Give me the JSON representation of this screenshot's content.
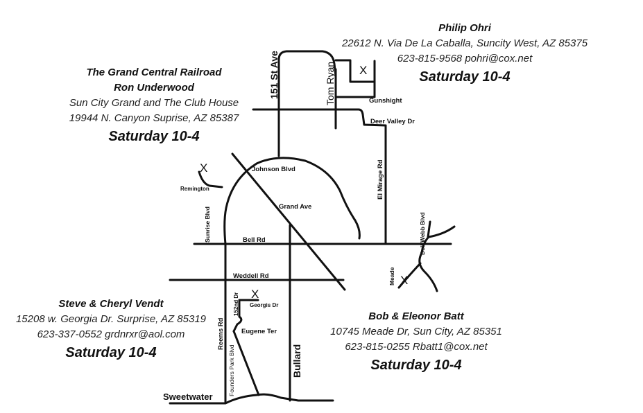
{
  "listings": [
    {
      "name": "Philip Ohri",
      "lines": [
        "22612 N. Via De La Caballa, Suncity West, AZ 85375",
        "623-815-9568 pohri@cox.net"
      ],
      "hours": "Saturday 10-4"
    },
    {
      "name": "The Grand Central Railroad",
      "name2": "Ron Underwood",
      "lines": [
        "Sun City Grand and The Club House",
        "19944 N. Canyon Suprise, AZ 85387"
      ],
      "hours": "Saturday 10-4"
    },
    {
      "name": "Steve & Cheryl Vendt",
      "lines": [
        "15208 w. Georgia Dr. Surprise, AZ 85319",
        "623-337-0552 grdnrxr@aol.com"
      ],
      "hours": "Saturday 10-4"
    },
    {
      "name": "Bob & Eleonor Batt",
      "lines": [
        "10745 Meade Dr, Sun City, AZ 85351",
        "623-815-0255 Rbatt1@cox.net"
      ],
      "hours": "Saturday 10-4"
    }
  ],
  "roads": {
    "st151": "151 St Ave",
    "tom_ryan": "Tom Ryan",
    "gunshight": "Gunshight",
    "deer_valley": "Deer Valley Dr",
    "johnson": "Johnson Blvd",
    "el_mirage": "El Mirage Rd",
    "remington": "Remington",
    "grand": "Grand Ave",
    "sunrise": "Sunrise Blvd",
    "bell": "Bell Rd",
    "dell_webb": "Dell Webb Blvd",
    "weddell": "Weddell Rd",
    "meade": "Meade",
    "dr152": "152nd Dr",
    "georgis": "Georgis Dr",
    "eugene": "Eugene Ter",
    "reems": "Reems Rd",
    "founders": "Founders Park Blvd",
    "bullard": "Bullard",
    "sweetwater": "Sweetwater"
  },
  "marker": "X"
}
